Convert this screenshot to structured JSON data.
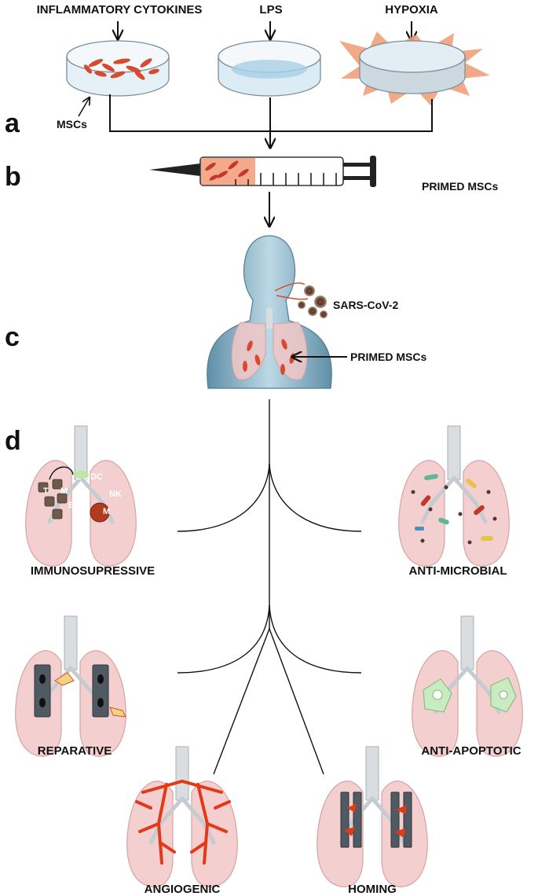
{
  "panels": {
    "a": "a",
    "b": "b",
    "c": "c",
    "d": "d"
  },
  "stimuli": {
    "cytokines": "INFLAMMATORY CYTOKINES",
    "lps": "LPS",
    "hypoxia": "HYPOXIA"
  },
  "mscs_label": "MSCs",
  "primed_label": "PRIMED MSCs",
  "virus_label": "SARS-CoV-2",
  "body_primed_label": "PRIMED MSCs",
  "effects": {
    "immunosuppressive": "IMMUNOSUPRESSIVE",
    "antimicrobial": "ANTI-MICROBIAL",
    "reparative": "REPARATIVE",
    "antiapoptotic": "ANTI-APOPTOTIC",
    "angiogenic": "ANGIOGENIC",
    "homing": "HOMING"
  },
  "immune_cells": {
    "t": "T",
    "m": "M",
    "b": "B",
    "dc": "DC",
    "dc2": "DC",
    "nk": "NK",
    "mac": "M"
  },
  "colors": {
    "mscs": "#d84a30",
    "syringe_fill": "#f4a98c",
    "lung": "#f2c6c6",
    "skin": "#8fb7c9",
    "hypoxia": "#f0a07a",
    "vessel": "#e03a18"
  }
}
